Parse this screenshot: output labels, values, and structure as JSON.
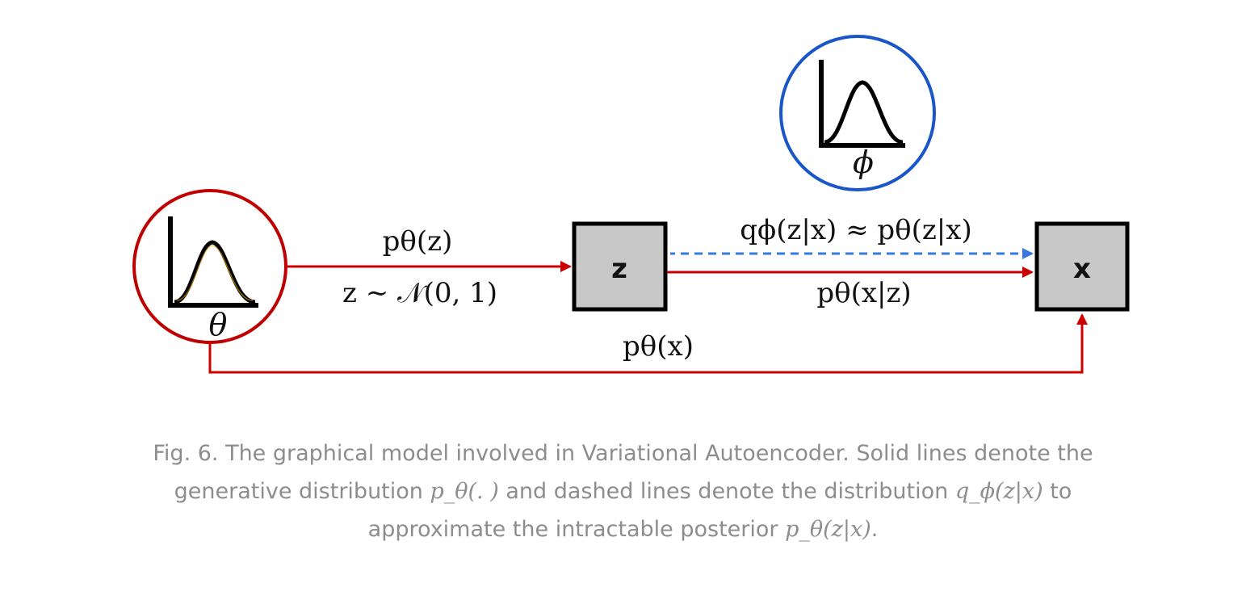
{
  "colors": {
    "generative": "#cc0000",
    "inference": "#3a78d8",
    "prior_circle": "#c00000",
    "encoder_circle": "#1a56c8",
    "node_fill": "#c8c8c8",
    "caption_text": "#8d8d8d"
  },
  "nodes": {
    "z_label": "z",
    "x_label": "x"
  },
  "params": {
    "theta": "θ",
    "phi": "ϕ"
  },
  "edges": {
    "prior_top": "pθ(z)",
    "prior_bottom": "z ∼ 𝒩(0, 1)",
    "approx": "qϕ(z|x) ≈ pθ(z|x)",
    "likelihood": "pθ(x|z)",
    "marginal": "pθ(x)"
  },
  "caption": {
    "part1": "Fig. 6. The graphical model involved in Variational Autoencoder. Solid lines denote the generative distribution ",
    "math1": "p_θ(. )",
    "part2": " and dashed lines denote the distribution ",
    "math2": "q_ϕ(z|x)",
    "part3": " to approximate the intractable posterior ",
    "math3": "p_θ(z|x)",
    "part4": "."
  }
}
